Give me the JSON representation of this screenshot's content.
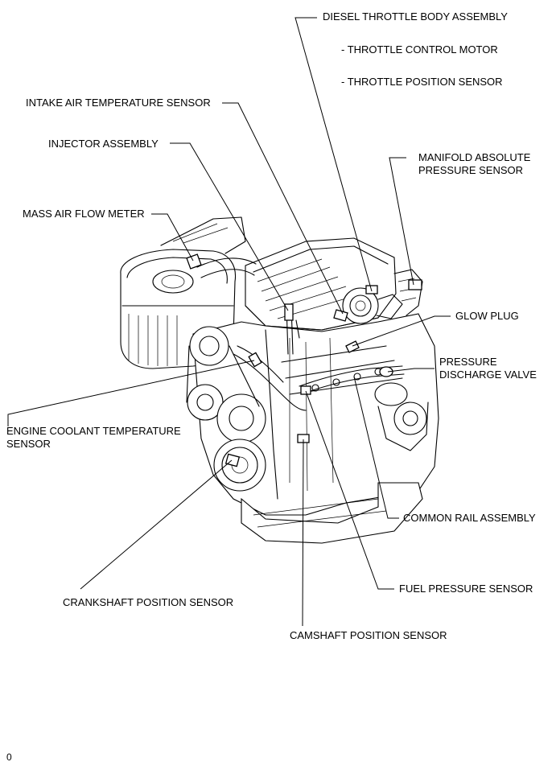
{
  "labels": {
    "throttle_body": "DIESEL THROTTLE BODY ASSEMBLY",
    "throttle_motor": "- THROTTLE CONTROL MOTOR",
    "throttle_position": "- THROTTLE POSITION SENSOR",
    "intake_air_temp": "INTAKE AIR TEMPERATURE SENSOR",
    "injector": "INJECTOR ASSEMBLY",
    "map_sensor_line1": "MANIFOLD ABSOLUTE",
    "map_sensor_line2": "PRESSURE SENSOR",
    "maf_meter": "MASS AIR FLOW METER",
    "glow_plug": "GLOW PLUG",
    "pressure_valve_line1": "PRESSURE",
    "pressure_valve_line2": "DISCHARGE VALVE",
    "ect_sensor_line1": "ENGINE COOLANT TEMPERATURE",
    "ect_sensor_line2": "SENSOR",
    "common_rail": "COMMON RAIL ASSEMBLY",
    "fuel_pressure": "FUEL PRESSURE SENSOR",
    "crankshaft": "CRANKSHAFT POSITION SENSOR",
    "camshaft": "CAMSHAFT POSITION SENSOR",
    "figure_id": "0"
  },
  "colors": {
    "line": "#000000",
    "background": "#ffffff"
  }
}
